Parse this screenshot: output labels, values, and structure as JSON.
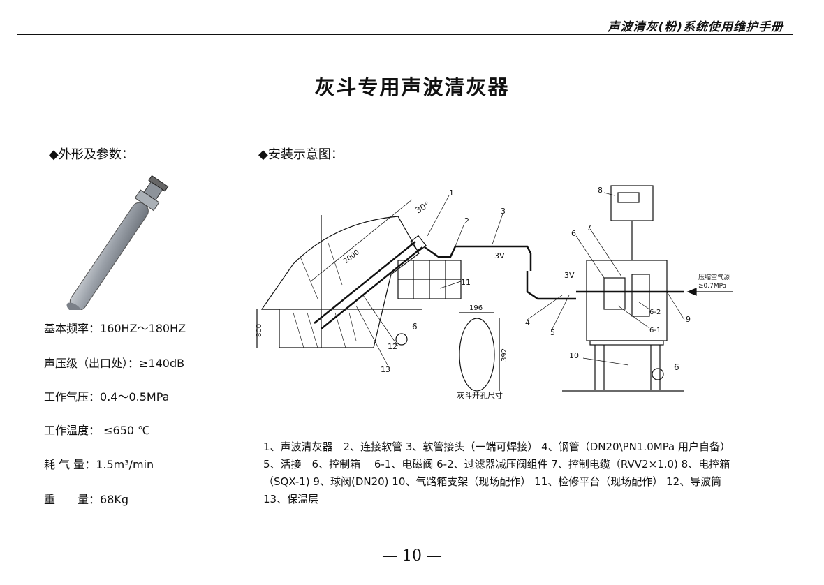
{
  "header": {
    "running_title": "声波清灰(粉)系统使用维护手册"
  },
  "title": "灰斗专用声波清灰器",
  "sections": {
    "params": "◆外形及参数：",
    "install": "◆安装示意图："
  },
  "specs": [
    {
      "label": "基本频率：",
      "value": "160HZ～180HZ"
    },
    {
      "label": "声压级（出口处）：",
      "value": "≥140dB"
    },
    {
      "label": "工作气压：",
      "value": "0.4～0.5MPa"
    },
    {
      "label": "工作温度：",
      "value": " ≤650 ℃"
    },
    {
      "label": "耗 气 量：",
      "value": "1.5m³/min"
    },
    {
      "label": "重　　量：",
      "value": "68Kg"
    }
  ],
  "diagram": {
    "callouts": [
      "1",
      "2",
      "3",
      "4",
      "5",
      "6",
      "7",
      "8",
      "9",
      "10",
      "11",
      "12",
      "13",
      "6-1",
      "6-2"
    ],
    "angle": "30°",
    "length": "2000",
    "height": "800",
    "opening_width": "196",
    "opening_height": "392",
    "opening_caption": "灰斗开孔尺寸",
    "air_source": "压缩空气源",
    "air_pressure": "≥0.7MPa",
    "voltage": "3V"
  },
  "legend": "1、声波清灰器　2、连接软管 3、软管接头（一端可焊接） 4、钢管（DN20\\PN1.0MPa 用户自备） 5、活接　6、控制箱　 6-1、电磁阀 6-2、过滤器减压阀组件 7、控制电缆（RVV2×1.0) 8、电控箱（SQX-1) 9、球阀(DN20) 10、气路箱支架（现场配作） 11、检修平台（现场配作） 12、导波筒　13、保温层",
  "page_number": "— 10 —"
}
